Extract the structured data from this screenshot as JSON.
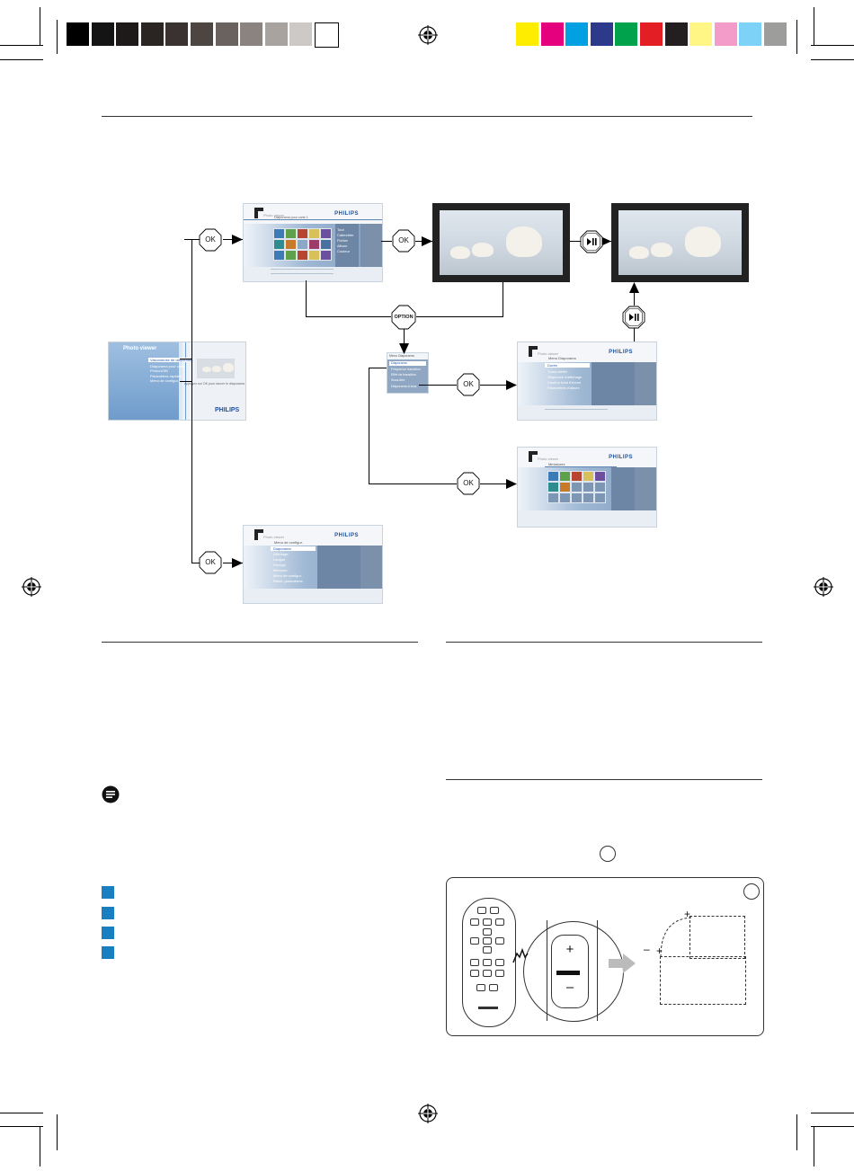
{
  "header": {
    "gray_swatches": [
      "#000000",
      "#141414",
      "#1e1a19",
      "#2a2523",
      "#3a3230",
      "#4c4542",
      "#6a625f",
      "#8a8380",
      "#a9a3a0",
      "#cdc9c7",
      "#ffffff"
    ],
    "color_swatches": [
      "#ffed00",
      "#e5007e",
      "#00a0e3",
      "#2d3a8c",
      "#00a34b",
      "#e31e24",
      "#231f20",
      "#fff685",
      "#f39bc9",
      "#7dd3f7",
      "#9d9d9c"
    ]
  },
  "diagram": {
    "ok_label": "OK",
    "option_label": "OPTION",
    "brand": "PHILIPS",
    "home_menu": {
      "title": "Photo viewer",
      "items": [
        "Visionneuse de diaporama",
        "Diaporama pour carte",
        "Photo/USB",
        "Paramètres rapides",
        "Menu de configur."
      ],
      "hint": "Appuyez sur OK pour lancer le diaporama"
    },
    "screen1": {
      "tab": "Diaporama pour carte 1",
      "side_items": [
        "Tout",
        "Calendrier",
        "Fichier",
        "Album",
        "Couleur"
      ]
    },
    "screen_option_menu": {
      "title": "Menu Diaporama",
      "items": [
        "Diaporama",
        "Fréquence transition",
        "Effet de transition",
        "Sous-titre",
        "Diaporama à tous"
      ]
    },
    "screen_slideshow_menu": {
      "title": "Menu Diaporama",
      "items": [
        "Durée",
        "Trans.d'effet",
        "Séquence d'affichage",
        "Couleur fond d'écran",
        "Paramètres d'album"
      ]
    },
    "screen_thumbs": {
      "tab": "Miniatures"
    },
    "screen_setup": {
      "title": "Menu de configur.",
      "items": [
        "Diaporama",
        "Affichage",
        "Langue",
        "Horloge",
        "Mémoire",
        "Menu de configur.",
        "Réinit. paramètres"
      ]
    }
  },
  "sections": {
    "note_icon": "note-icon",
    "step_marker_color": "#1a7fc1",
    "step_count": 4,
    "figure_badge": ""
  }
}
